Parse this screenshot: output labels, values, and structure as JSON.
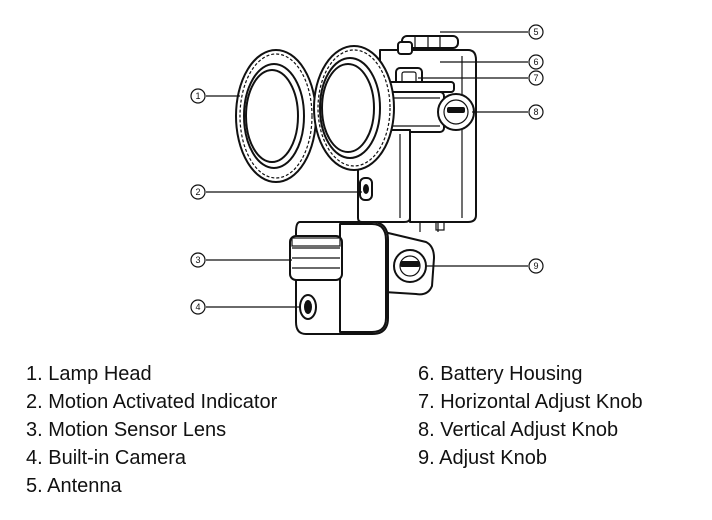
{
  "callouts": [
    {
      "num": "1"
    },
    {
      "num": "2"
    },
    {
      "num": "3"
    },
    {
      "num": "4"
    },
    {
      "num": "5"
    },
    {
      "num": "6"
    },
    {
      "num": "7"
    },
    {
      "num": "8"
    },
    {
      "num": "9"
    }
  ],
  "legend": {
    "left": [
      "1.  Lamp Head",
      "2.  Motion Activated Indicator",
      "3.  Motion Sensor Lens",
      "4.  Built-in Camera",
      "5.  Antenna"
    ],
    "right": [
      "6.  Battery Housing",
      "7.  Horizontal Adjust Knob",
      "8.  Vertical Adjust Knob",
      "9.  Adjust Knob"
    ]
  }
}
